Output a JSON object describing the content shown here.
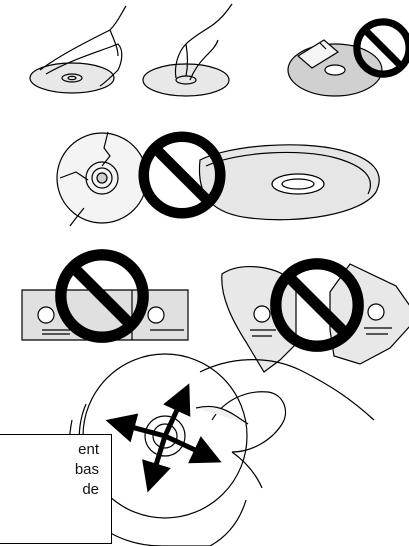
{
  "note": {
    "lines": [
      "ent",
      "bas",
      "de"
    ]
  },
  "icons": {
    "prohibited": "prohibition-icon",
    "direction": "arrow-icon"
  },
  "colors": {
    "ink": "#000000",
    "paper": "#ffffff"
  }
}
